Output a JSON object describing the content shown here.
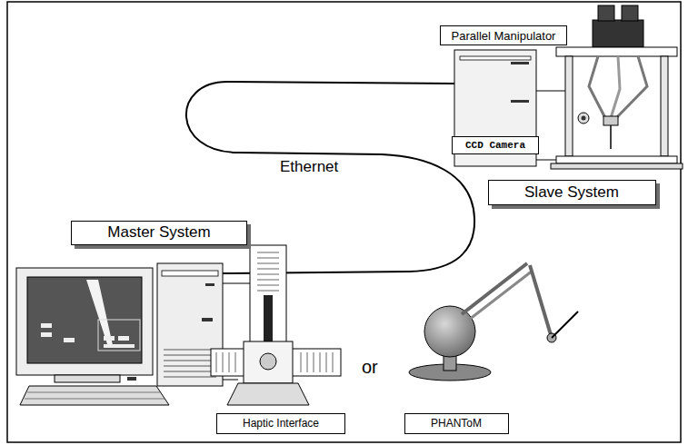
{
  "diagram": {
    "nodes": [
      {
        "text": [
          "Parallel Manipulator"
        ]
      },
      {
        "text": [
          "CCD Camera"
        ]
      },
      {
        "text": [
          "Slave System"
        ]
      },
      {
        "text": [
          "Master System"
        ]
      },
      {
        "text": [
          "Haptic Interface"
        ]
      },
      {
        "text": [
          "PHANToM"
        ]
      }
    ],
    "labels": [
      "Ethernet",
      "or"
    ]
  }
}
